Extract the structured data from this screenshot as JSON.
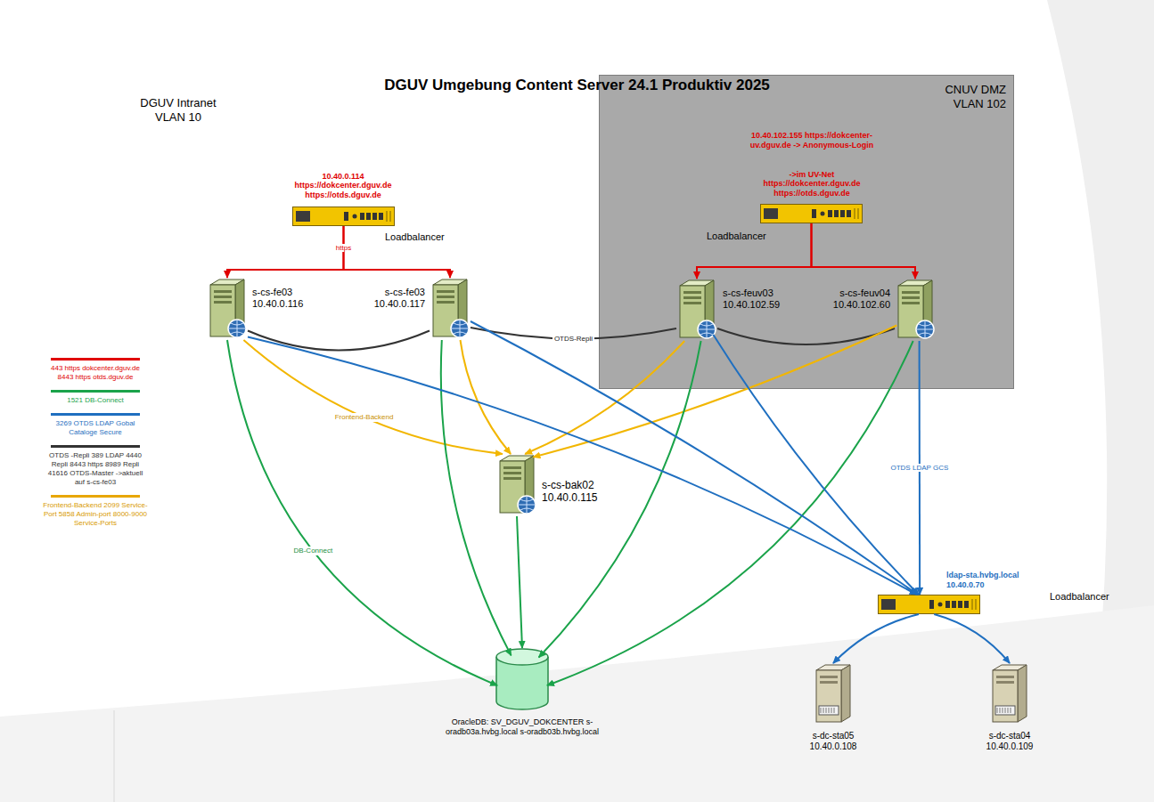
{
  "diagram": {
    "title": "DGUV Umgebung Content Server 24.1 Produktiv 2025",
    "nodes": [
      {
        "text": [
          "10.40.0.114 https://dokcenter.dguv.de https://otds.dguv.de",
          "Loadbalancer"
        ]
      },
      {
        "text": [
          "CNUV DMZ VLAN 102"
        ]
      },
      {
        "text": [
          "10.40.102.155 https://dokcenter-uv.dguv.de -> Anonymous-Login",
          "->im UV-Net https://dokcenter.dguv.de https://otds.dguv.de",
          "Loadbalancer"
        ],
        "in": 1
      },
      {
        "text": [
          "s-cs-fe03 10.40.0.116"
        ]
      },
      {
        "text": [
          "s-cs-fe03 10.40.0.117"
        ]
      },
      {
        "text": [
          "s-cs-feuv03 10.40.102.59"
        ],
        "in": 1
      },
      {
        "text": [
          "s-cs-feuv04 10.40.102.60"
        ],
        "in": 1
      },
      {
        "text": [
          "s-cs-bak02 10.40.0.115"
        ]
      },
      {
        "text": [
          "ldap-sta.hvbg.local 10.40.0.70",
          "Loadbalancer"
        ]
      },
      {
        "text": [
          "OracleDB: SV_DGUV_DOKCENTER s-oradb03a.hvbg.local s-oradb03b.hvbg.local"
        ]
      },
      {
        "text": [
          "s-dc-sta05 10.40.0.108"
        ]
      },
      {
        "text": [
          "s-dc-sta04 10.40.0.109"
        ]
      }
    ],
    "edges": [
      {
        "from": 0,
        "to": 3,
        "arrow": "to",
        "label": "https"
      },
      {
        "from": 0,
        "to": 4,
        "arrow": "to"
      },
      {
        "from": 2,
        "to": 5,
        "arrow": "to"
      },
      {
        "from": 2,
        "to": 6,
        "arrow": "to"
      },
      {
        "from": 3,
        "to": 4,
        "arrow": "none"
      },
      {
        "from": 4,
        "to": 5,
        "arrow": "none",
        "label": "OTDS-Repli"
      },
      {
        "from": 5,
        "to": 6,
        "arrow": "none"
      },
      {
        "from": 3,
        "to": 7,
        "arrow": "to",
        "label": "Frontend-Backend"
      },
      {
        "from": 4,
        "to": 7,
        "arrow": "to"
      },
      {
        "from": 5,
        "to": 7,
        "arrow": "to"
      },
      {
        "from": 6,
        "to": 7,
        "arrow": "to"
      },
      {
        "from": 3,
        "to": 9,
        "arrow": "to",
        "label": "DB-Connect"
      },
      {
        "from": 4,
        "to": 9,
        "arrow": "to"
      },
      {
        "from": 7,
        "to": 9,
        "arrow": "to"
      },
      {
        "from": 5,
        "to": 9,
        "arrow": "to"
      },
      {
        "from": 6,
        "to": 9,
        "arrow": "to"
      },
      {
        "from": 3,
        "to": 8,
        "arrow": "to"
      },
      {
        "from": 4,
        "to": 8,
        "arrow": "to"
      },
      {
        "from": 5,
        "to": 8,
        "arrow": "to"
      },
      {
        "from": 6,
        "to": 8,
        "arrow": "to",
        "label": "OTDS LDAP GCS"
      },
      {
        "from": 8,
        "to": 10,
        "arrow": "to"
      },
      {
        "from": 8,
        "to": 11,
        "arrow": "to"
      }
    ],
    "labels": [
      "DGUV Intranet VLAN 10"
    ],
    "legend": [
      {
        "text": "443 https dokcenter.dguv.de 8443 https otds.dguv.de",
        "color": "#e00000"
      },
      {
        "text": "1521 DB-Connect",
        "color": "#1aa34a"
      },
      {
        "text": "3269 OTDS LDAP Gobal Cataloge Secure",
        "color": "#1f6fc0"
      },
      {
        "text": "OTDS -Repli 389 LDAP 4440 Repli 8443 https 8989 Repli 41616 OTDS-Master ->aktuell auf s-cs-fe03",
        "color": "#333333"
      },
      {
        "text": "Frontend-Backend 2099 Service-Port 5858 Admin-port 8000-9000 Service-Ports",
        "color": "#e8a700"
      }
    ]
  }
}
